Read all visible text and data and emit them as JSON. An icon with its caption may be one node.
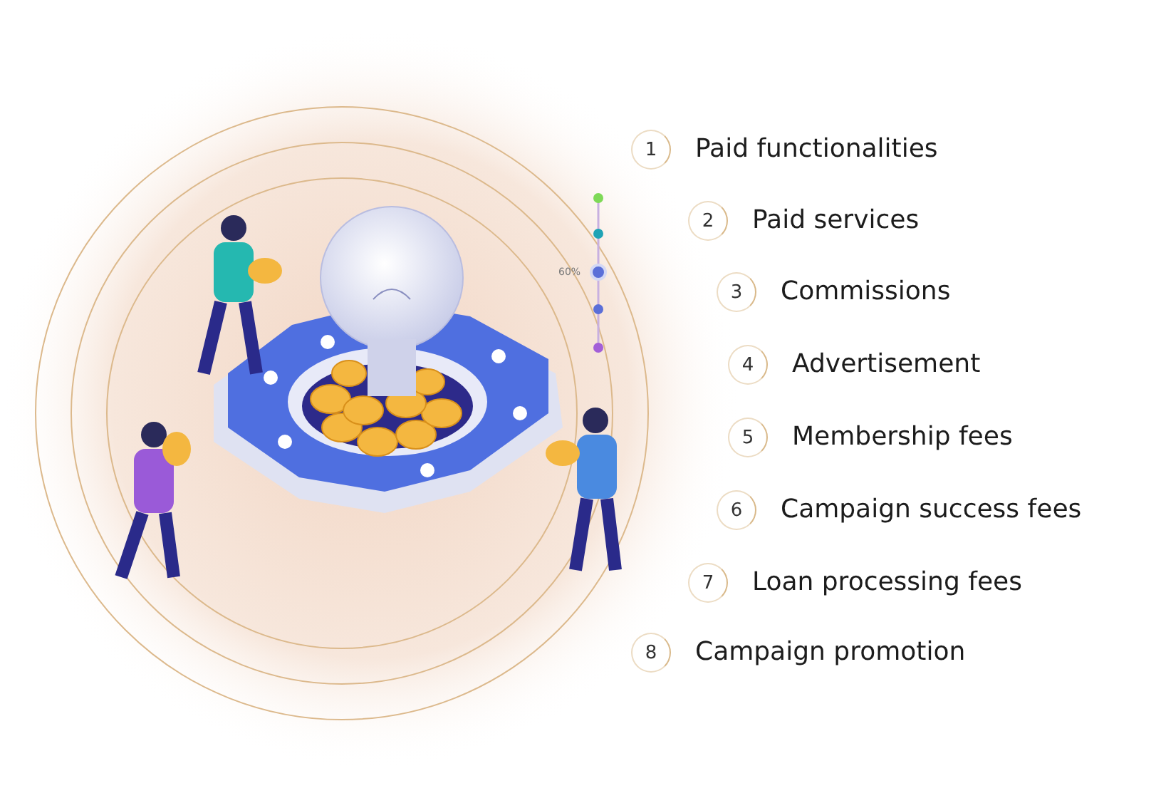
{
  "diagram": {
    "nodes": [
      {
        "text": [
          "1"
        ],
        "beside": [
          "Paid functionalities"
        ]
      },
      {
        "text": [
          "2"
        ],
        "beside": [
          "Paid services"
        ]
      },
      {
        "text": [
          "3"
        ],
        "beside": [
          "Commissions"
        ]
      },
      {
        "text": [
          "4"
        ],
        "beside": [
          "Advertisement"
        ]
      },
      {
        "text": [
          "5"
        ],
        "beside": [
          "Membership fees"
        ]
      },
      {
        "text": [
          "6"
        ],
        "beside": [
          "Campaign success fees"
        ]
      },
      {
        "text": [
          "7"
        ],
        "beside": [
          "Loan processing fees"
        ]
      },
      {
        "text": [
          "8"
        ],
        "beside": [
          "Campaign promotion"
        ]
      }
    ],
    "labels": [
      "60%"
    ]
  }
}
